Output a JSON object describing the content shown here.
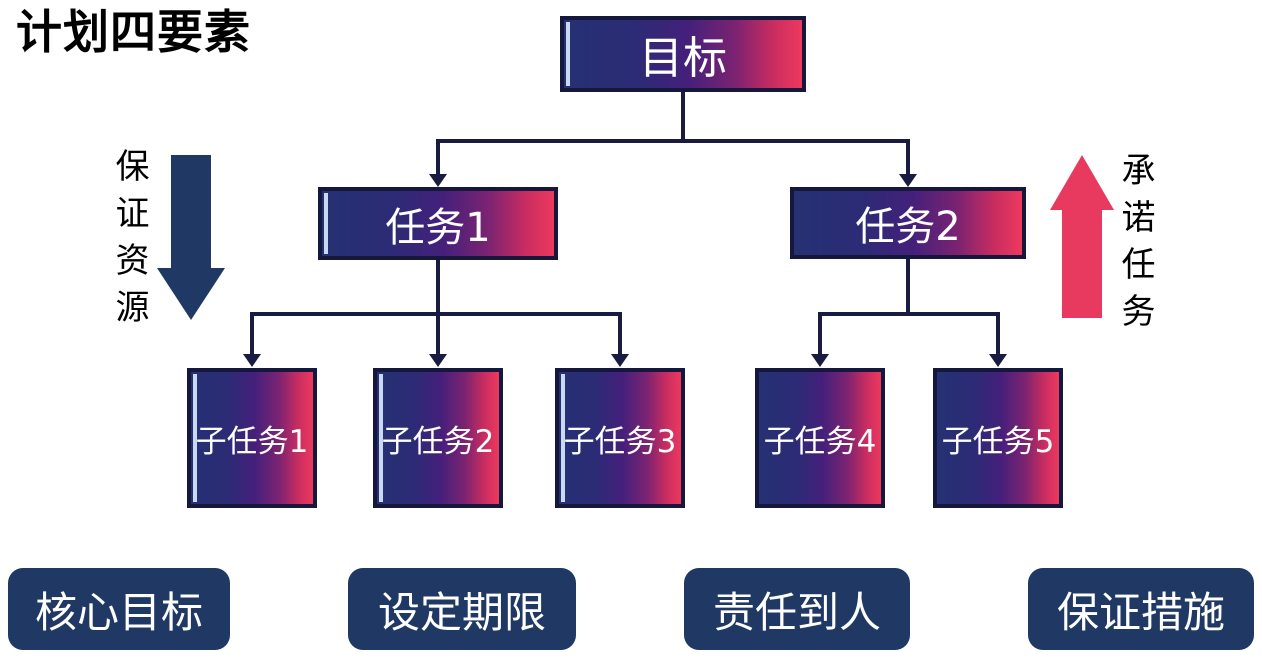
{
  "title": "计划四要素",
  "diagram": {
    "root": {
      "label": "目标"
    },
    "tasks": [
      {
        "label": "任务1"
      },
      {
        "label": "任务2"
      }
    ],
    "subtasks": [
      {
        "label": "子任务1"
      },
      {
        "label": "子任务2"
      },
      {
        "label": "子任务3"
      },
      {
        "label": "子任务4"
      },
      {
        "label": "子任务5"
      }
    ]
  },
  "annotations": {
    "left": {
      "text": "保证资源",
      "arrow_direction": "down",
      "arrow_color": "#1f3864"
    },
    "right": {
      "text": "承诺任务",
      "arrow_direction": "up",
      "arrow_color": "#e8395e"
    }
  },
  "footer_pills": [
    {
      "label": "核心目标"
    },
    {
      "label": "设定期限"
    },
    {
      "label": "责任到人"
    },
    {
      "label": "保证措施"
    }
  ],
  "colors": {
    "background": "#ffffff",
    "title_text": "#000000",
    "box_gradient_start": "#253173",
    "box_gradient_mid": "#44207b",
    "box_gradient_end": "#ed395e",
    "box_border": "#16173d",
    "box_text": "#ffffff",
    "box_highlight_stripe": "#c9d9f2",
    "connector": "#1a1b40",
    "pill_background": "#1f3864",
    "pill_text": "#ffffff",
    "down_arrow": "#1f3864",
    "up_arrow": "#e8395e"
  }
}
